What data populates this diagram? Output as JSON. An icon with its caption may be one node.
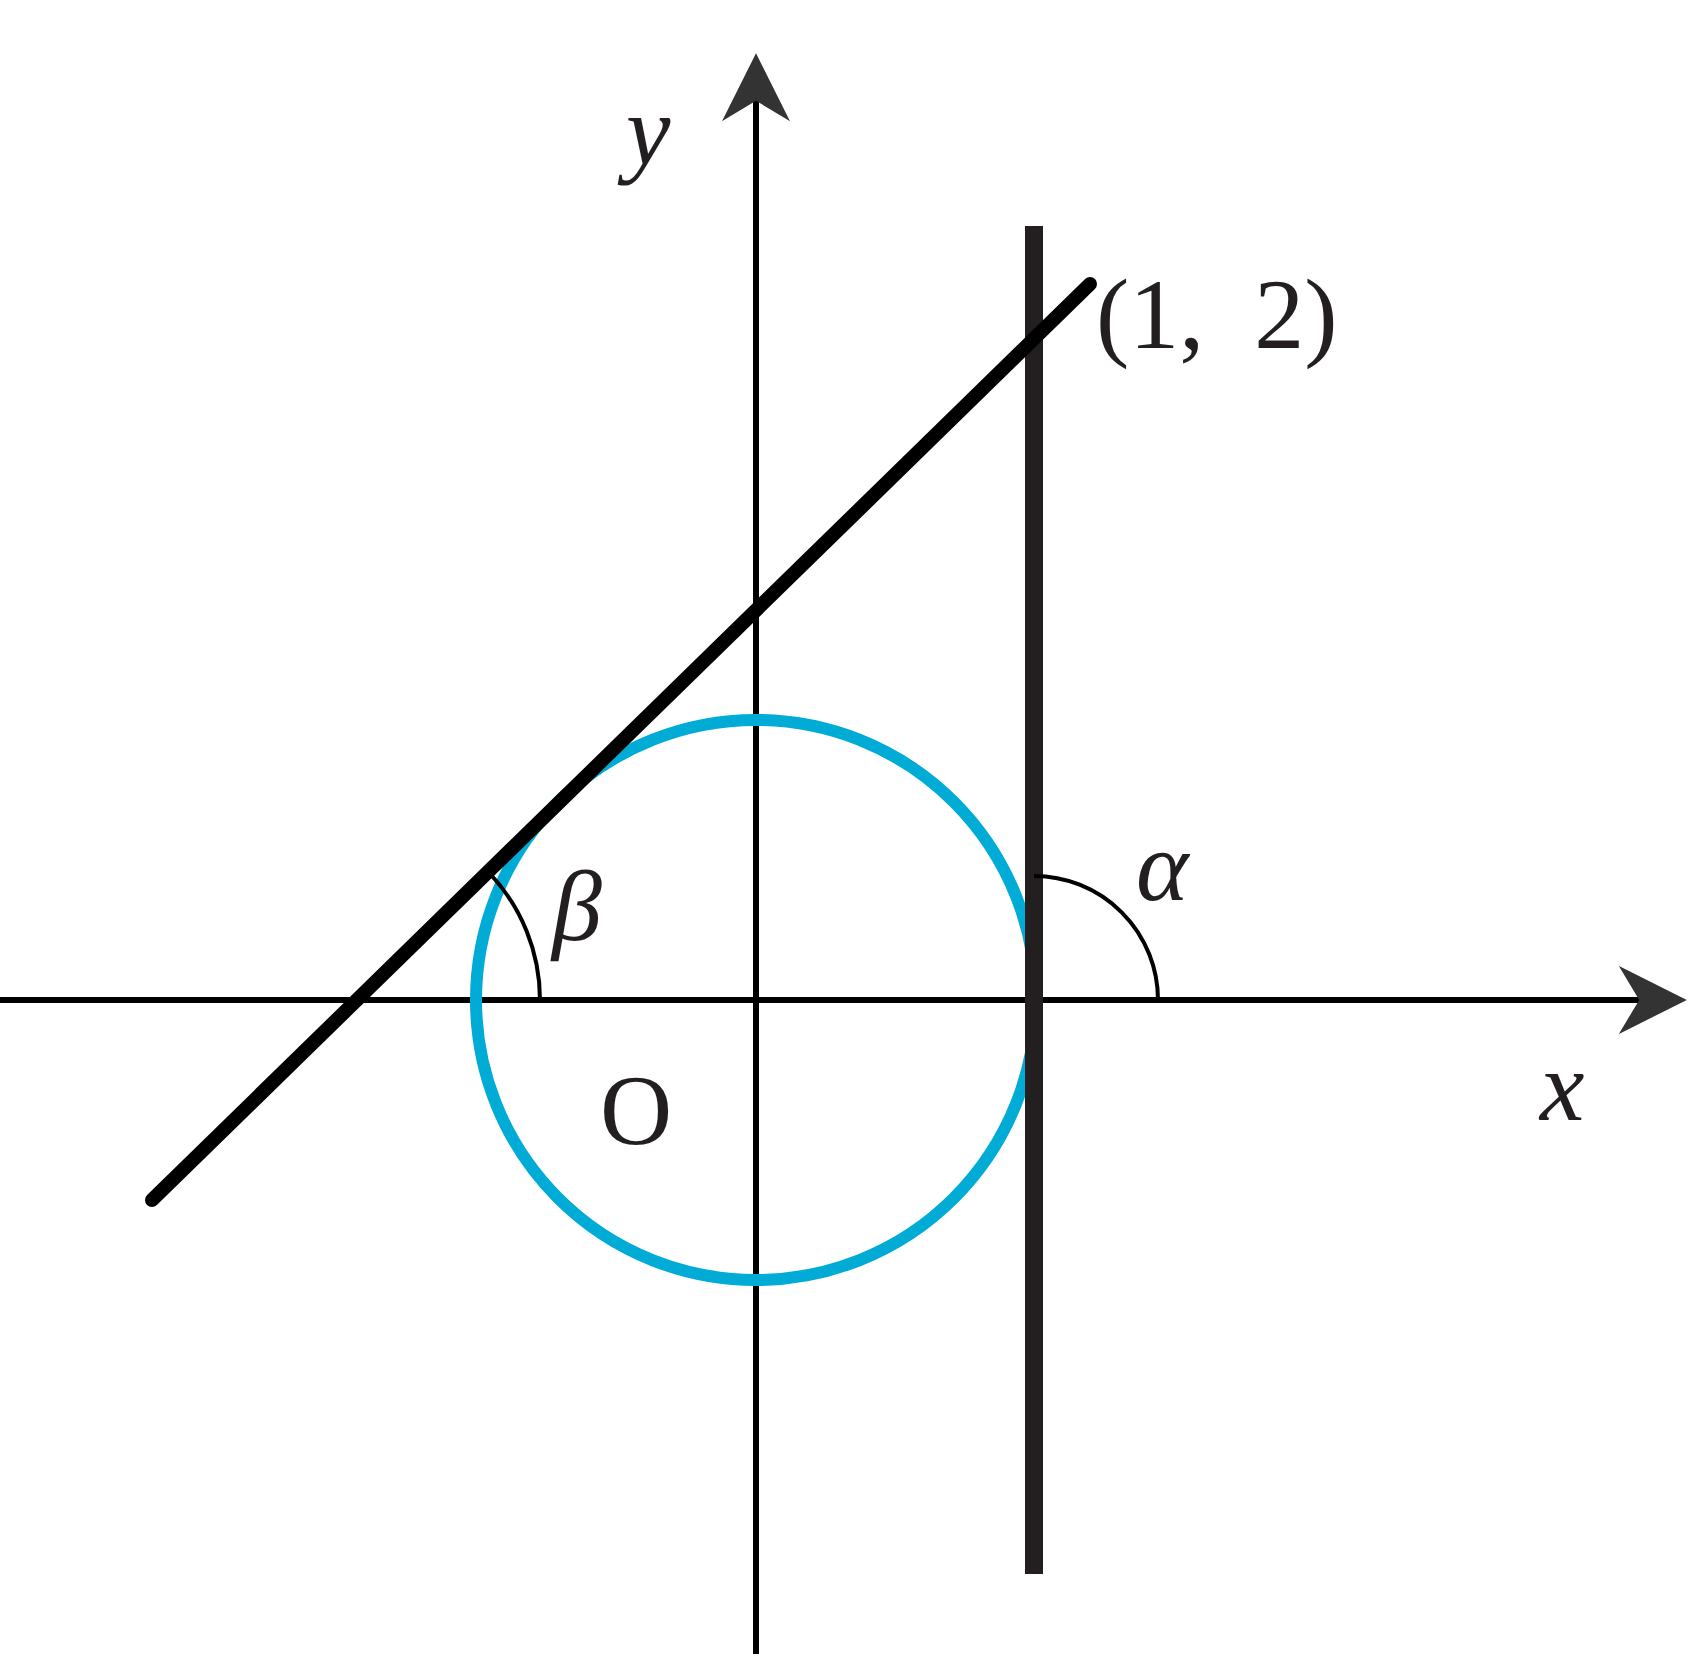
{
  "diagram": {
    "labels": [
      "y",
      "x",
      "O",
      "(1,  2)",
      "α",
      "β"
    ]
  }
}
